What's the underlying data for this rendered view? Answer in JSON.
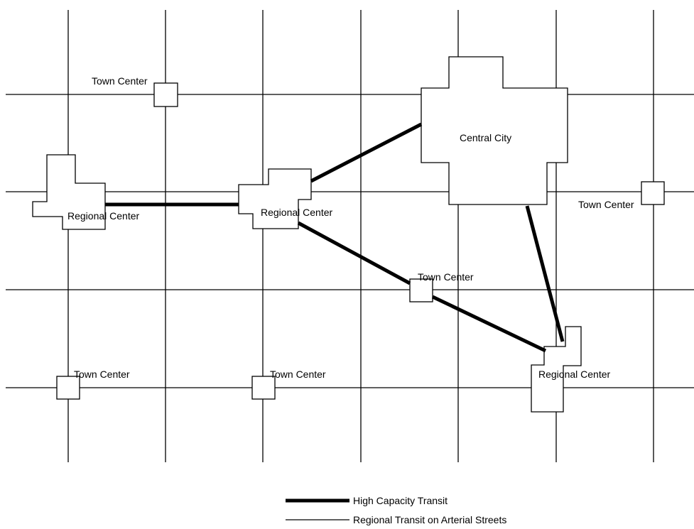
{
  "nodes": {
    "central_city": "Central City",
    "regional_center_west": "Regional Center",
    "regional_center_mid": "Regional Center",
    "regional_center_se": "Regional Center",
    "town_center_nw": "Town Center",
    "town_center_east": "Town Center",
    "town_center_mid": "Town Center",
    "town_center_sw": "Town Center",
    "town_center_south": "Town Center"
  },
  "legend": {
    "high_capacity": "High Capacity Transit",
    "regional_transit": "Regional Transit on Arterial Streets"
  }
}
